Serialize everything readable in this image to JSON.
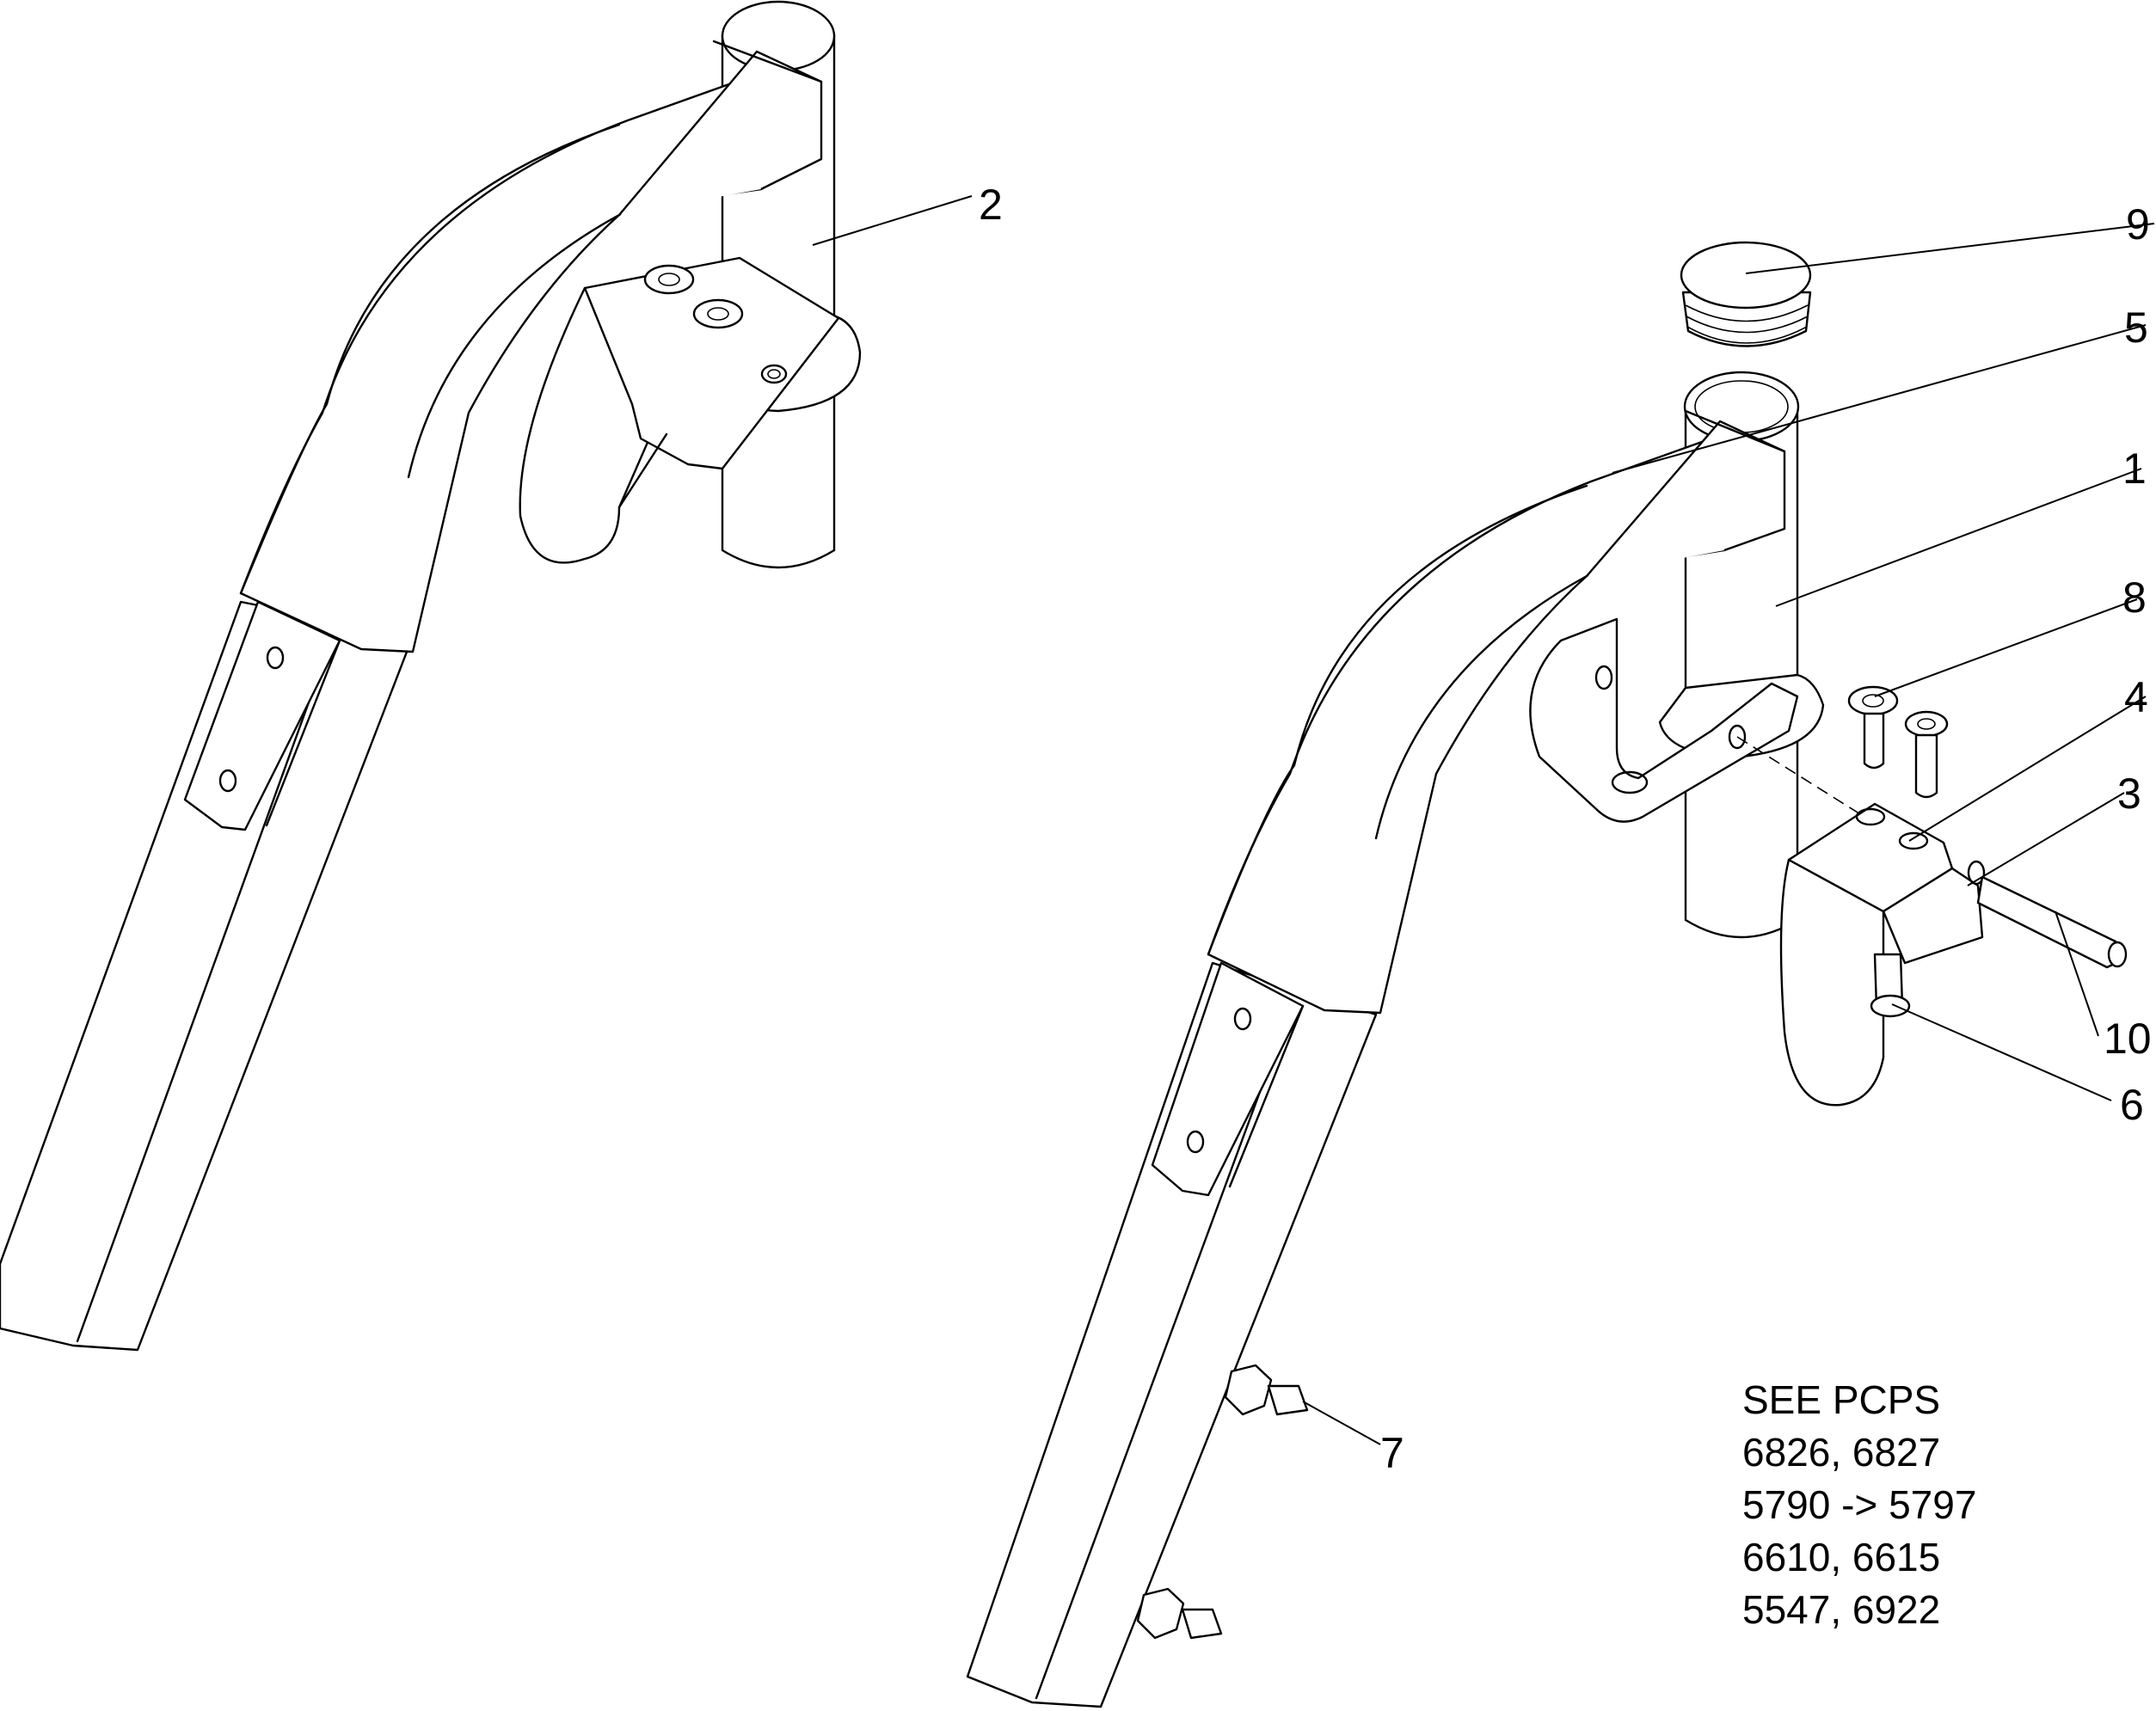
{
  "callouts": [
    {
      "label": "1"
    },
    {
      "label": "2"
    },
    {
      "label": "3"
    },
    {
      "label": "4"
    },
    {
      "label": "5"
    },
    {
      "label": "6"
    },
    {
      "label": "7"
    },
    {
      "label": "8"
    },
    {
      "label": "9"
    },
    {
      "label": "10"
    }
  ],
  "note": {
    "lines": [
      "SEE PCPS",
      "6826, 6827",
      "5790 -> 5797",
      "6610, 6615",
      "5547, 6922"
    ]
  }
}
